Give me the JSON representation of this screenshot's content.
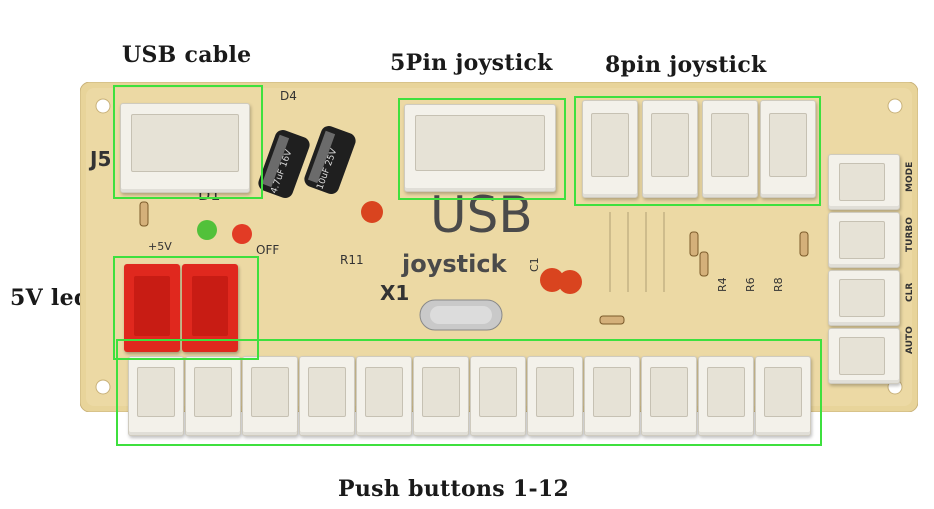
{
  "labels": {
    "usb_cable": "USB cable",
    "five_pin": "5Pin joystick",
    "eight_pin": "8pin joystick",
    "five_v_led": "5V led",
    "push_buttons": "Push buttons 1-12"
  },
  "board_text": {
    "usb": "USB",
    "joystick": "joystick",
    "x1": "X1",
    "r11": "R11",
    "j5": "J5",
    "d1": "D1",
    "d4": "D4",
    "off": "OFF",
    "plus5v": "+5V",
    "cap_left": "4.7uF 16V",
    "cap_right": "10uF 25V",
    "side_labels": [
      "TURBO",
      "MODE",
      "CLR",
      "AUTO"
    ],
    "r_labels": [
      "R4",
      "R6",
      "R8"
    ],
    "c1": "C1"
  },
  "colors": {
    "board": "#e8d49a",
    "highlight": "#3ee03e",
    "led_block": "#e0281e",
    "connector": "#f3f1ea"
  }
}
